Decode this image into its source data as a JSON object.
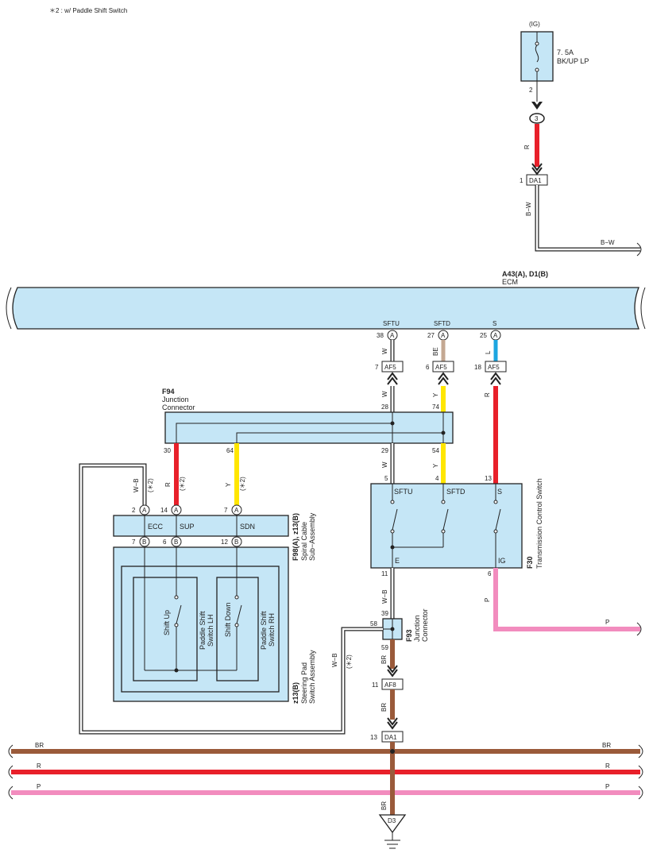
{
  "note": "＊2 : w/ Paddle Shift Switch",
  "fuse": {
    "supply": "(IG)",
    "rating": "7. 5A",
    "name": "BK/UP LP",
    "pin": "2"
  },
  "connector3": "3",
  "wires": {
    "r": "R",
    "bw": "B−W",
    "w": "W",
    "be": "BE",
    "y": "Y",
    "l": "L",
    "p": "P",
    "wb": "W−B",
    "br": "BR",
    "star2": "(＊2)"
  },
  "da1_top": {
    "pin": "1",
    "label": "DA1"
  },
  "ecm": {
    "ref": "A43(A), D1(B)",
    "name": "ECM",
    "pins": [
      {
        "name": "SFTU",
        "num": "38",
        "conn": "A"
      },
      {
        "name": "SFTD",
        "num": "27",
        "conn": "A"
      },
      {
        "name": "S",
        "num": "25",
        "conn": "A"
      }
    ]
  },
  "af5": {
    "label": "AF5",
    "pins": [
      "7",
      "6",
      "18"
    ]
  },
  "f94": {
    "ref": "F94",
    "name1": "Junction",
    "name2": "Connector",
    "pins_top": [
      "28",
      "74"
    ],
    "pins_bottom": [
      "30",
      "64",
      "29",
      "54"
    ]
  },
  "f30": {
    "ref": "F30",
    "name": "Transmission Control Switch",
    "pins_top": [
      "5",
      "4",
      "13"
    ],
    "labels_top": [
      "SFTU",
      "SFTD",
      "S"
    ],
    "labels_bottom": [
      "E",
      "IG"
    ],
    "pins_bottom": [
      "11",
      "6"
    ]
  },
  "f98": {
    "ref": "F98(A), z13(B)",
    "name1": "Spiral Cable",
    "name2": "Sub−Assembly",
    "pinsA": [
      "2",
      "14",
      "7"
    ],
    "connA": "A",
    "labels": [
      "ECC",
      "SUP",
      "SDN"
    ],
    "pinsB": [
      "7",
      "6",
      "12"
    ],
    "connB": "B"
  },
  "paddle": {
    "lh1": "Paddle Shift",
    "lh2": "Switch LH",
    "rh1": "Paddle Shift",
    "rh2": "Switch RH",
    "up": "Shift Up",
    "down": "Shift Down"
  },
  "z13": {
    "ref": "z13(B)",
    "name1": "Steering Pad",
    "name2": "Switch Assembly"
  },
  "f93": {
    "ref": "F93",
    "name1": "Junction",
    "name2": "Connector",
    "pins": [
      "39",
      "58",
      "59"
    ]
  },
  "af8": {
    "pin": "11",
    "label": "AF8"
  },
  "da1_bottom": {
    "pin": "13",
    "label": "DA1"
  },
  "ground": {
    "label": "D3"
  },
  "colors": {
    "red": "#e8202a",
    "yellow": "#ffe600",
    "brown": "#9a5a3a",
    "pink": "#f28cbe",
    "blue": "#1ca6e0",
    "beige": "#c4a892",
    "box": "#c5e6f6",
    "white_wire": "#ffffff"
  }
}
